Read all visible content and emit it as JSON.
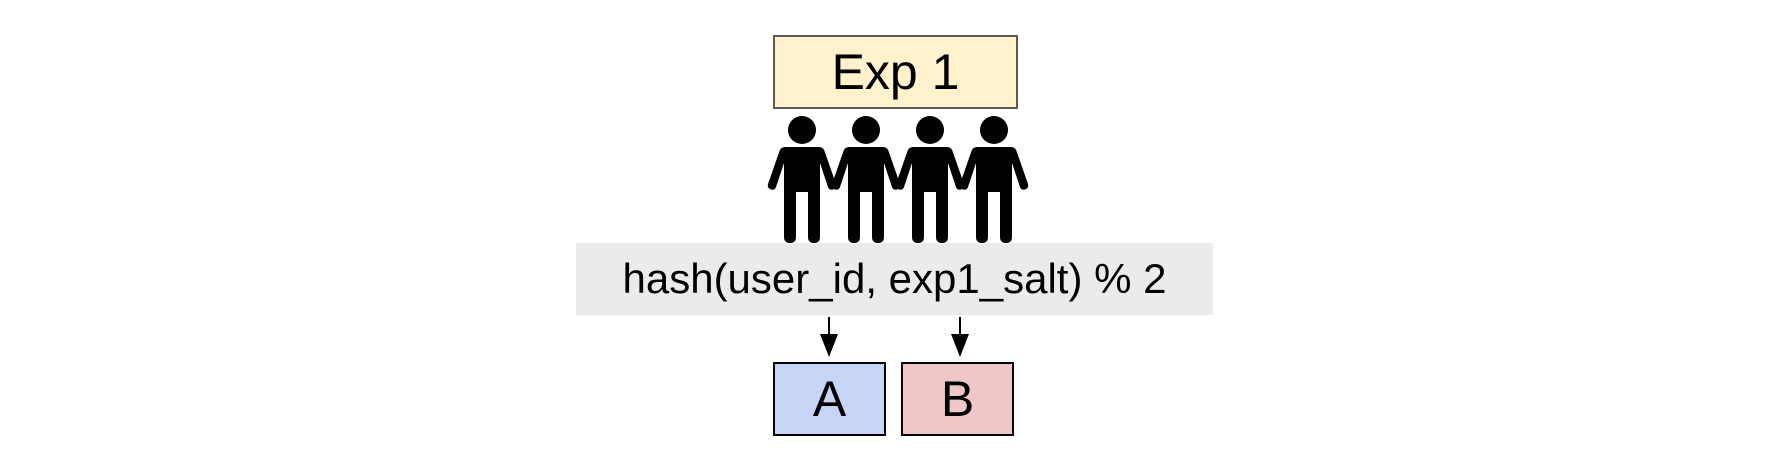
{
  "experiment": {
    "label": "Exp 1",
    "fill": "#fff2cc"
  },
  "users": {
    "icon": "person-icon",
    "count": 4,
    "color": "#000000"
  },
  "hash": {
    "expression": "hash(user_id, exp1_salt) % 2",
    "fill": "#ebebeb"
  },
  "buckets": [
    {
      "label": "A",
      "fill": "#c6d5f5"
    },
    {
      "label": "B",
      "fill": "#f0c7c9"
    }
  ]
}
